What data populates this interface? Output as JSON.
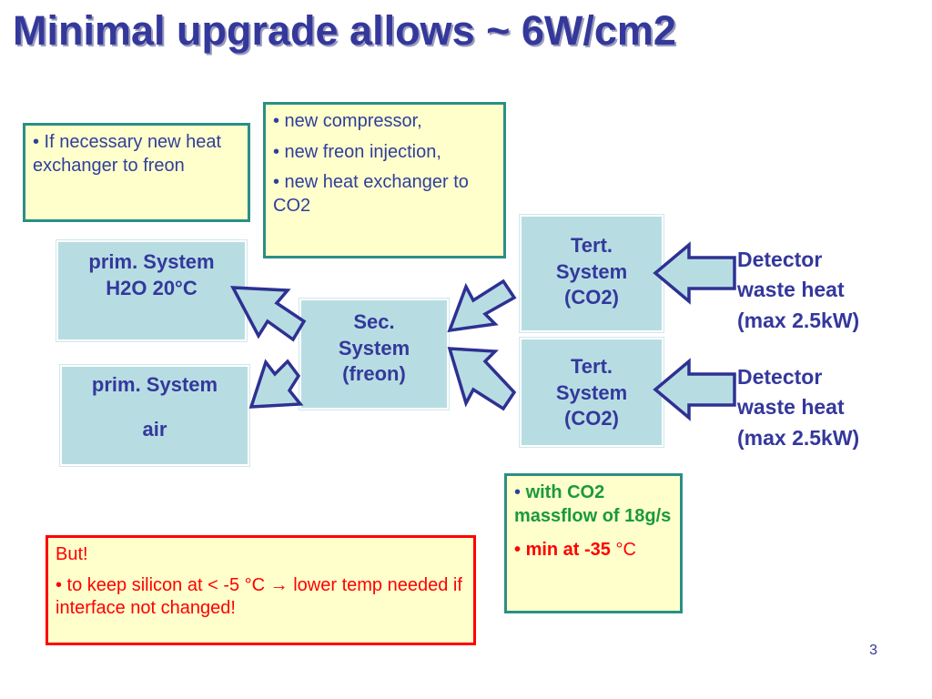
{
  "title": "Minimal upgrade allows ~ 6W/cm2",
  "notes": {
    "heat_exchanger": "• If necessary new heat exchanger to freon",
    "upgrade_items": [
      "• new compressor,",
      "• new freon injection,",
      "• new heat exchanger to CO2"
    ],
    "co2_massflow": "with CO2 massflow of 18g/s",
    "min_temp_bold": "min at -35",
    "min_temp_unit": "°C",
    "but_heading": "But!",
    "but_text": "• to keep silicon at < -5 °C → lower temp needed if interface not changed!"
  },
  "systems": {
    "prim_h2o": "prim. System\nH2O 20°C",
    "prim_air_line1": "prim. System",
    "prim_air_line2": "air",
    "sec_freon": "Sec.\nSystem\n(freon)",
    "tert_co2_top": "Tert.\nSystem\n(CO2)",
    "tert_co2_bottom": "Tert.\nSystem\n(CO2)"
  },
  "detector_labels": {
    "top": "Detector\nwaste heat\n(max 2.5kW)",
    "bottom": "Detector\nwaste heat\n(max 2.5kW)"
  },
  "page_number": "3",
  "colors": {
    "title": "#34389b",
    "note_bg": "#ffffcc",
    "note_border": "#2b8f86",
    "system_bg": "#b7dde3",
    "warning_border": "#ff0000",
    "warning_text": "#ff0000",
    "highlight_text": "#1a9a3a"
  }
}
